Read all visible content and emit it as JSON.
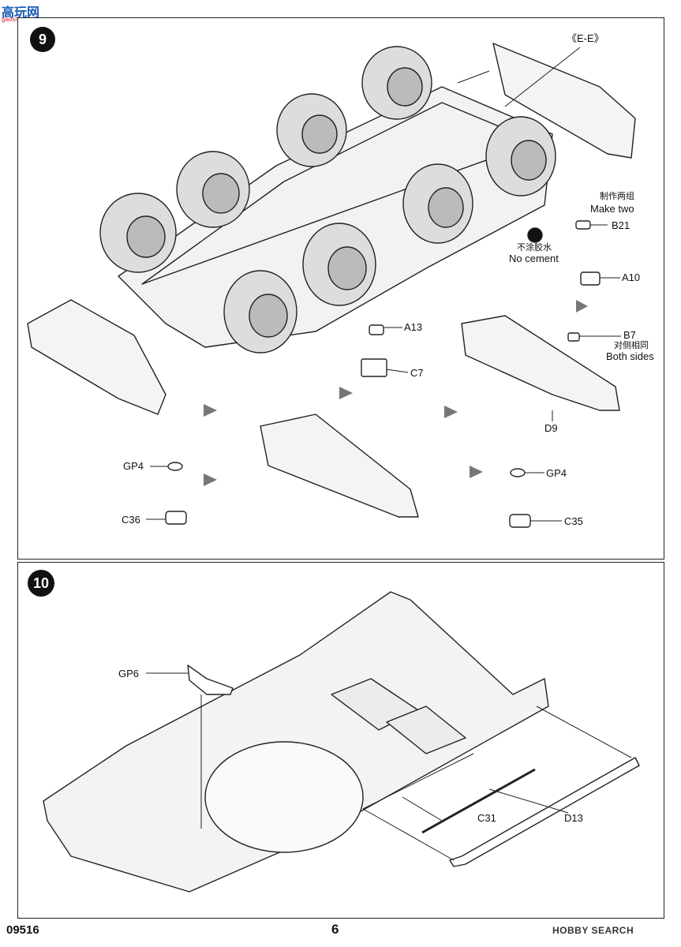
{
  "watermark_top": {
    "logo_text": "高玩网",
    "logo_sub": "gaoshou.com"
  },
  "step9": {
    "number": "9",
    "labels": {
      "view_ee": "《E-E》",
      "make_two_cn": "制作两组",
      "make_two_en": "Make two",
      "b21": "B21",
      "no_cement_cn": "不涂胶水",
      "no_cement_en": "No cement",
      "a10": "A10",
      "a13": "A13",
      "c7": "C7",
      "b7": "B7",
      "both_sides_cn": "对侧相同",
      "both_sides_en": "Both sides",
      "d9": "D9",
      "gp4_left": "GP4",
      "c36": "C36",
      "gp4_right": "GP4",
      "c35": "C35"
    }
  },
  "step10": {
    "number": "10",
    "labels": {
      "gp6": "GP6",
      "c31": "C31",
      "d13": "D13"
    }
  },
  "footer": {
    "code": "09516",
    "page": "6",
    "watermark": "HOBBY SEARCH"
  }
}
